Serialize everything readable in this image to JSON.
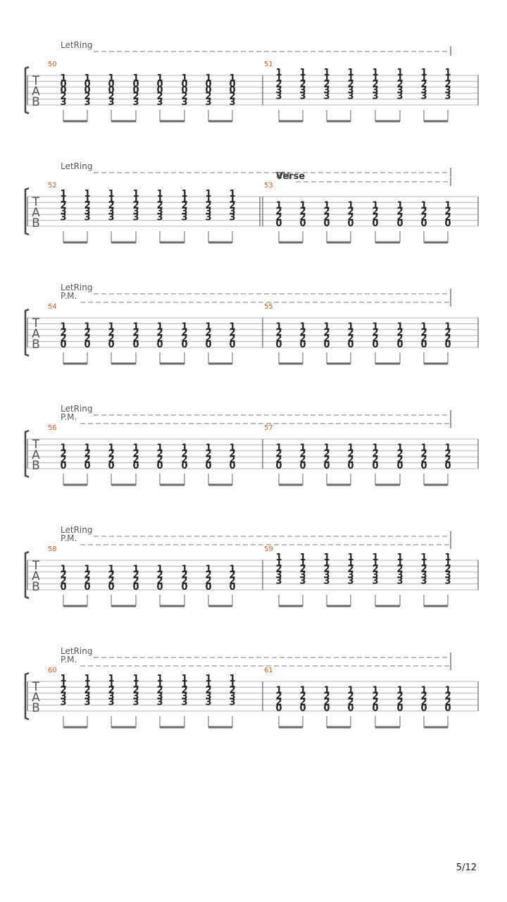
{
  "page": {
    "page_number": "5/12"
  },
  "tab_clef": [
    "T",
    "A",
    "B"
  ],
  "systems": [
    {
      "markings": [
        "LetRing"
      ],
      "section": "",
      "measures": [
        {
          "number": "50",
          "chord": [
            "1",
            "0",
            "0",
            "2",
            "3"
          ],
          "high": false
        },
        {
          "number": "51",
          "chord": [
            "1",
            "1",
            "2",
            "3",
            "3"
          ],
          "high": true
        }
      ]
    },
    {
      "markings": [
        "LetRing"
      ],
      "section": "Verse",
      "measures": [
        {
          "number": "52",
          "chord": [
            "1",
            "1",
            "2",
            "3",
            "3"
          ],
          "high": true
        },
        {
          "number": "53",
          "chord": [
            "1",
            "2",
            "2",
            "0"
          ],
          "high": false,
          "pm": "P.M."
        }
      ]
    },
    {
      "markings": [
        "LetRing",
        "P.M."
      ],
      "section": "",
      "measures": [
        {
          "number": "54",
          "chord": [
            "1",
            "2",
            "2",
            "0"
          ],
          "high": false
        },
        {
          "number": "55",
          "chord": [
            "1",
            "2",
            "2",
            "0"
          ],
          "high": false
        }
      ]
    },
    {
      "markings": [
        "LetRing",
        "P.M."
      ],
      "section": "",
      "measures": [
        {
          "number": "56",
          "chord": [
            "1",
            "2",
            "2",
            "0"
          ],
          "high": false
        },
        {
          "number": "57",
          "chord": [
            "1",
            "2",
            "2",
            "0"
          ],
          "high": false
        }
      ]
    },
    {
      "markings": [
        "LetRing",
        "P.M."
      ],
      "section": "",
      "measures": [
        {
          "number": "58",
          "chord": [
            "1",
            "2",
            "2",
            "0"
          ],
          "high": false
        },
        {
          "number": "59",
          "chord": [
            "1",
            "1",
            "2",
            "3",
            "3"
          ],
          "high": true
        }
      ]
    },
    {
      "markings": [
        "LetRing",
        "P.M."
      ],
      "section": "",
      "measures": [
        {
          "number": "60",
          "chord": [
            "1",
            "1",
            "2",
            "3",
            "3"
          ],
          "high": true
        },
        {
          "number": "61",
          "chord": [
            "1",
            "2",
            "2",
            "0"
          ],
          "high": false
        }
      ]
    }
  ]
}
